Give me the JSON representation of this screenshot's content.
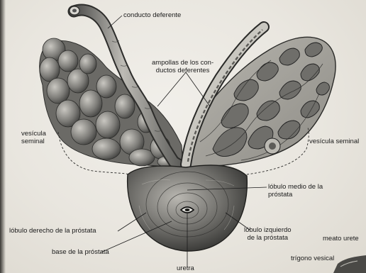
{
  "labels": {
    "vas_deferens": "conducto deferente",
    "ampullae_line1": "ampollas de los con-",
    "ampullae_line2": "ductos deferentes",
    "seminal_vesicle_left_line1": "vesícula",
    "seminal_vesicle_left_line2": "seminal",
    "seminal_vesicle_right": "vesícula seminal",
    "middle_lobe_line1": "lóbulo medio de la",
    "middle_lobe_line2": "próstata",
    "right_lobe": "lóbulo derecho de la próstata",
    "left_lobe_line1": "lóbulo izquierdo",
    "left_lobe_line2": "de la próstata",
    "base": "base de la próstata",
    "urethra": "uretra",
    "ureteral_meatus": "meato urete",
    "trigone": "trígono vesical"
  },
  "colors": {
    "paper": "#ece9e2",
    "ink": "#1b1b1b",
    "tissue_dark": "#4a4a48",
    "tissue_mid": "#8a8985",
    "tissue_light": "#d6d4ce"
  }
}
